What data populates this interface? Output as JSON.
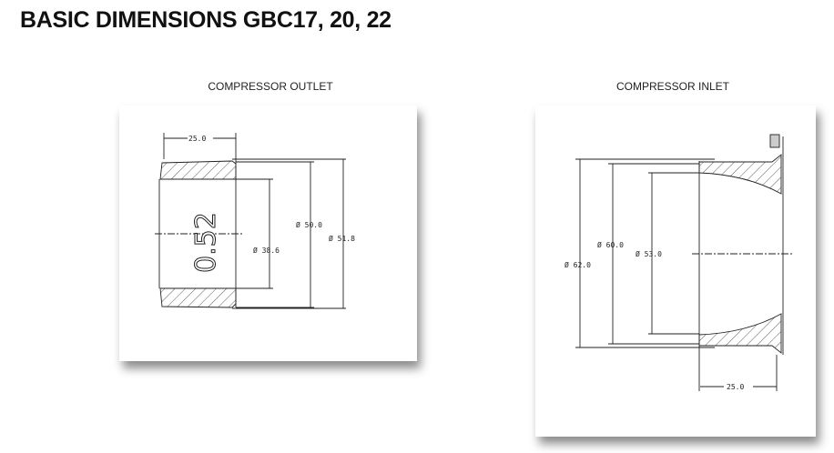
{
  "title": "BASIC DIMENSIONS GBC17, 20, 22",
  "outlet": {
    "label": "COMPRESSOR OUTLET",
    "length": "25.0",
    "marking": "0.52",
    "dims": [
      "Ø 38.6",
      "Ø 50.0",
      "Ø 51.8"
    ]
  },
  "inlet": {
    "label": "COMPRESSOR INLET",
    "length": "25.0",
    "dims": [
      "Ø 62.0",
      "Ø 60.0",
      "Ø 53.0"
    ]
  }
}
